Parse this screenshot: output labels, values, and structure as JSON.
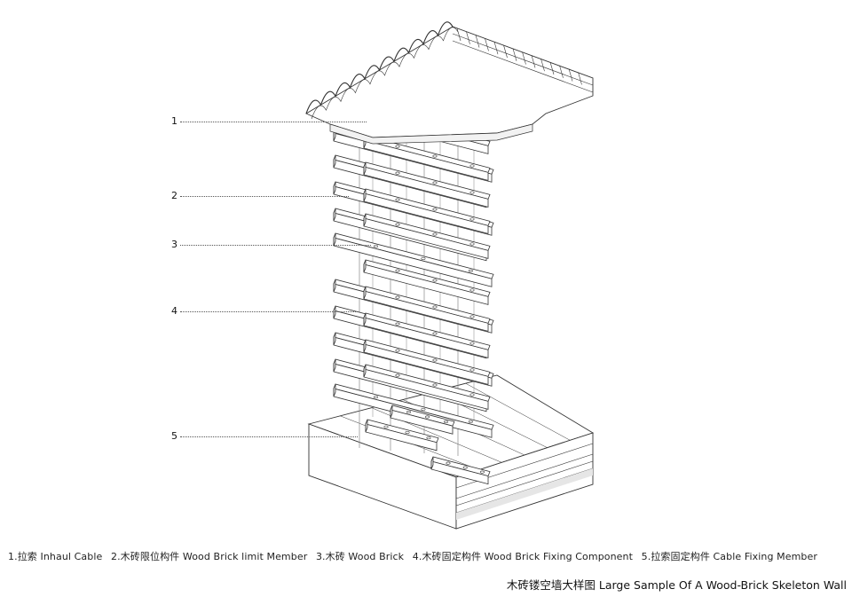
{
  "callouts": [
    {
      "label": "1"
    },
    {
      "label": "2"
    },
    {
      "label": "3"
    },
    {
      "label": "4"
    },
    {
      "label": "5"
    }
  ],
  "legend": [
    "1.拉索 Inhaul Cable",
    "2.木砖限位构件 Wood Brick limit Member",
    "3.木砖 Wood Brick",
    "4.木砖固定构件 Wood Brick Fixing Component",
    "5.拉索固定构件 Cable Fixing Member"
  ],
  "caption": "木砖镂空墙大样图 Large Sample Of A Wood-Brick Skeleton Wall",
  "colors": {
    "line": "#333333",
    "fill": "#ffffff",
    "shade": "#f2f2f2"
  }
}
